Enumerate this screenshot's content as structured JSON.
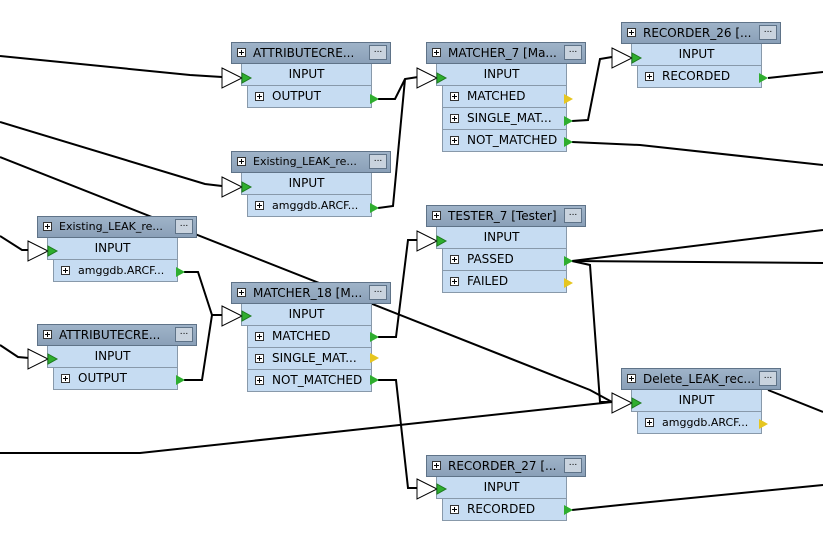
{
  "nodes": [
    {
      "id": "attr_top",
      "title": "ATTRIBUTECRE...",
      "menu": "...",
      "input": "INPUT",
      "outputs": [
        {
          "label": "OUTPUT",
          "color": "#2fae2f"
        }
      ]
    },
    {
      "id": "matcher7",
      "title": "MATCHER_7 [Ma...",
      "menu": "...",
      "input": "INPUT",
      "outputs": [
        {
          "label": "MATCHED",
          "color": "#e6c620"
        },
        {
          "label": "SINGLE_MAT...",
          "color": "#2fae2f"
        },
        {
          "label": "NOT_MATCHED",
          "color": "#2fae2f"
        }
      ]
    },
    {
      "id": "recorder26",
      "title": "RECORDER_26 [...",
      "menu": "...",
      "input": "INPUT",
      "outputs": [
        {
          "label": "RECORDED",
          "color": "#2fae2f"
        }
      ]
    },
    {
      "id": "existing_mid",
      "title": "Existing_LEAK_re...",
      "menu": "...",
      "input": "INPUT",
      "outputs": [
        {
          "label": "amggdb.ARCF...",
          "color": "#2fae2f"
        }
      ]
    },
    {
      "id": "tester7",
      "title": "TESTER_7 [Tester]",
      "menu": "...",
      "input": "INPUT",
      "outputs": [
        {
          "label": "PASSED",
          "color": "#2fae2f"
        },
        {
          "label": "FAILED",
          "color": "#e6c620"
        }
      ]
    },
    {
      "id": "existing_left",
      "title": "Existing_LEAK_re...",
      "menu": "...",
      "input": "INPUT",
      "outputs": [
        {
          "label": "amggdb.ARCF...",
          "color": "#2fae2f"
        }
      ]
    },
    {
      "id": "matcher18",
      "title": "MATCHER_18 [M...",
      "menu": "...",
      "input": "INPUT",
      "outputs": [
        {
          "label": "MATCHED",
          "color": "#2fae2f"
        },
        {
          "label": "SINGLE_MAT...",
          "color": "#e6c620"
        },
        {
          "label": "NOT_MATCHED",
          "color": "#2fae2f"
        }
      ]
    },
    {
      "id": "attr_left",
      "title": "ATTRIBUTECRE...",
      "menu": "...",
      "input": "INPUT",
      "outputs": [
        {
          "label": "OUTPUT",
          "color": "#2fae2f"
        }
      ]
    },
    {
      "id": "delete_leak",
      "title": "Delete_LEAK_rec...",
      "menu": "...",
      "input": "INPUT",
      "outputs": [
        {
          "label": "amggdb.ARCF...",
          "color": "#e6c620"
        }
      ]
    },
    {
      "id": "recorder27",
      "title": "RECORDER_27 [...",
      "menu": "...",
      "input": "INPUT",
      "outputs": [
        {
          "label": "RECORDED",
          "color": "#2fae2f"
        }
      ]
    }
  ]
}
